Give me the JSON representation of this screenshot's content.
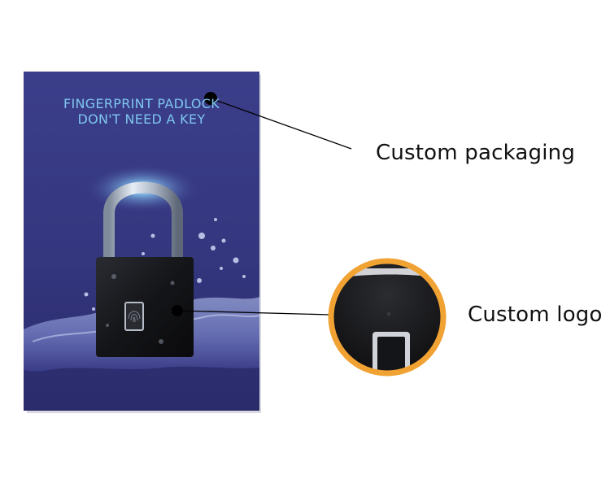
{
  "box": {
    "headline_line1": "FINGERPRINT PADLOCK",
    "headline_line2": "DON'T NEED A KEY"
  },
  "callouts": {
    "packaging_label": "Custom packaging",
    "logo_label": "Custom logo"
  },
  "colors": {
    "box_top": "#3a3c87",
    "box_bottom": "#2a2d72",
    "headline_color": "#7fc6ef",
    "zoom_ring": "#f0a233",
    "lock_body": "#111111",
    "shackle": "#c9d3e0"
  }
}
